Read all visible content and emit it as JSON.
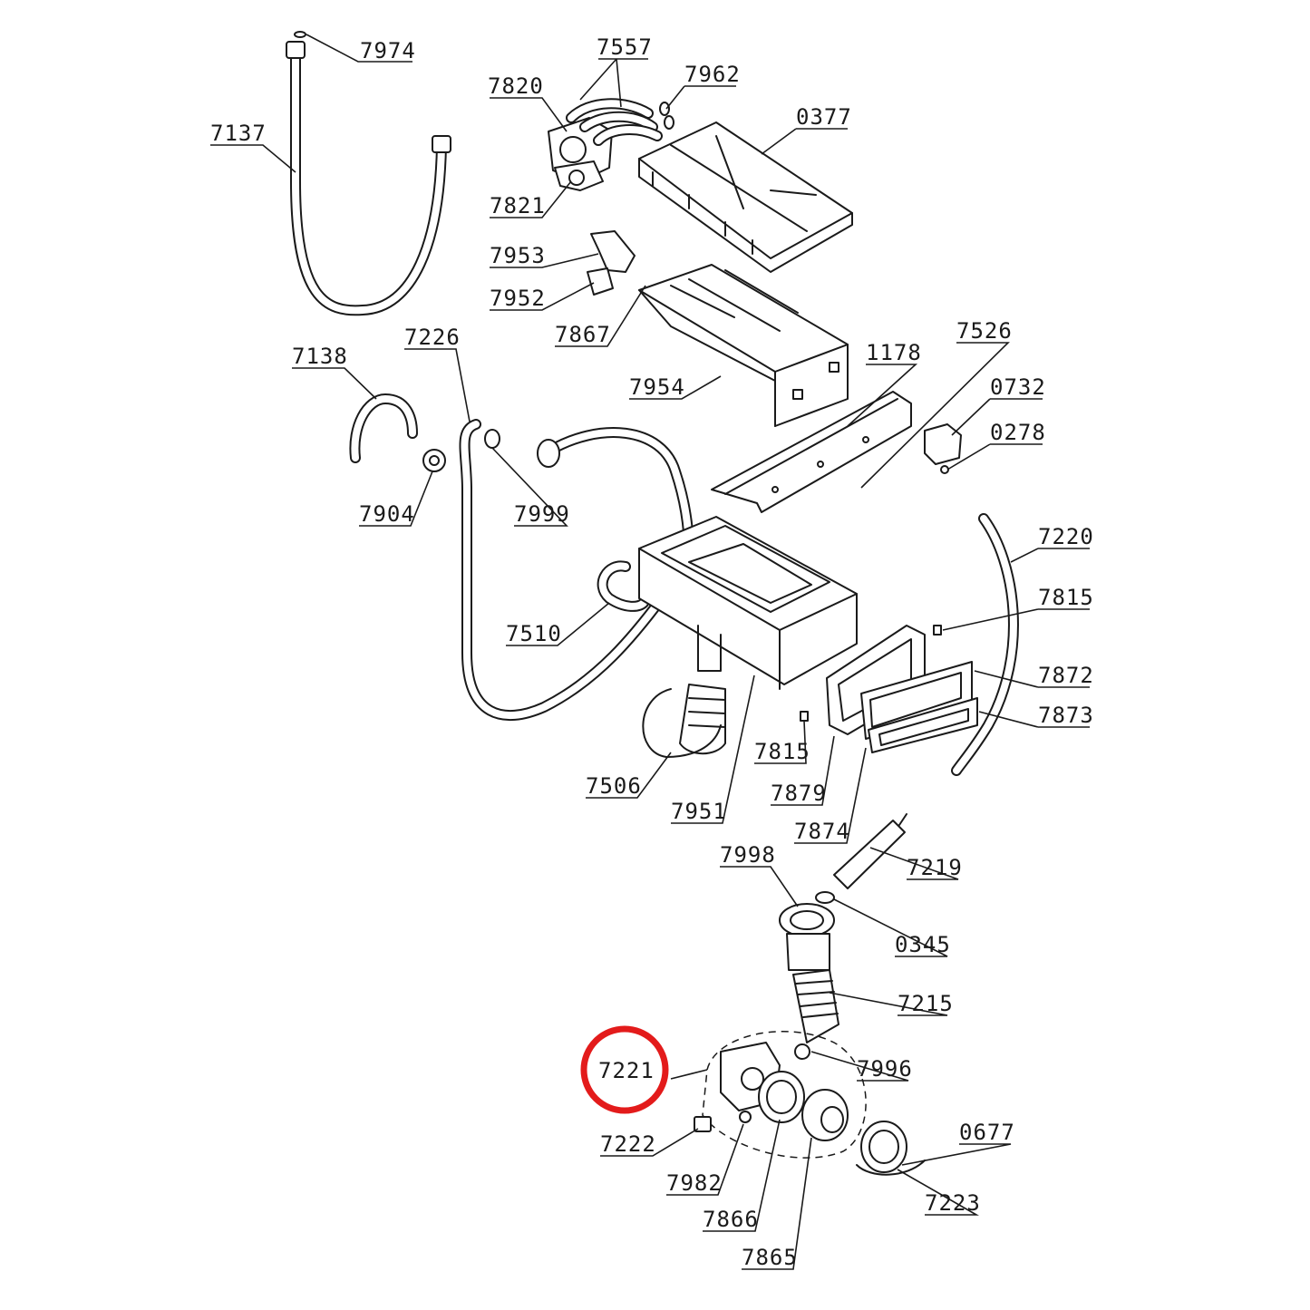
{
  "highlight": {
    "color": "#e31b1b",
    "target": "7221"
  },
  "labels": {
    "l7974": "7974",
    "l7137": "7137",
    "l7557": "7557",
    "l7820": "7820",
    "l7962": "7962",
    "l0377": "0377",
    "l7821": "7821",
    "l7953": "7953",
    "l7952": "7952",
    "l7867": "7867",
    "l7138": "7138",
    "l7226": "7226",
    "l7954": "7954",
    "l1178": "1178",
    "l7526": "7526",
    "l0732": "0732",
    "l0278": "0278",
    "l7904": "7904",
    "l7999": "7999",
    "l7220": "7220",
    "l7510": "7510",
    "l7815a": "7815",
    "l7872": "7872",
    "l7873": "7873",
    "l7815b": "7815",
    "l7506": "7506",
    "l7879": "7879",
    "l7951": "7951",
    "l7874": "7874",
    "l7998": "7998",
    "l7219": "7219",
    "l0345": "0345",
    "l7215": "7215",
    "l7221": "7221",
    "l7996": "7996",
    "l0677": "0677",
    "l7222": "7222",
    "l7982": "7982",
    "l7223": "7223",
    "l7866": "7866",
    "l7865": "7865"
  }
}
